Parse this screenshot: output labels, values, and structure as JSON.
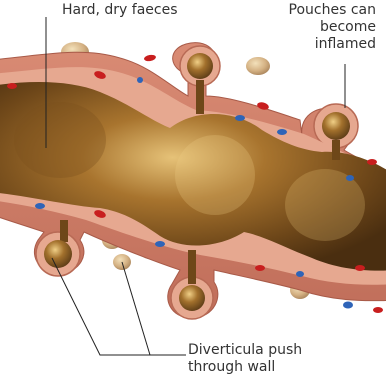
{
  "labels": {
    "faeces": "Hard, dry faeces",
    "pouches": [
      "Pouches can",
      "become",
      "inflamed"
    ],
    "diverticula": [
      "Diverticula push",
      "through wall"
    ]
  },
  "colors": {
    "wall_outer": "#c97a66",
    "wall_inner": "#e6a890",
    "faeces_dark": "#5a3a16",
    "faeces_mid": "#8a5a24",
    "faeces_light": "#e6c278",
    "vessel_red": "#c81e1e",
    "vessel_blue": "#2e64b8",
    "leader_line": "#222222"
  }
}
